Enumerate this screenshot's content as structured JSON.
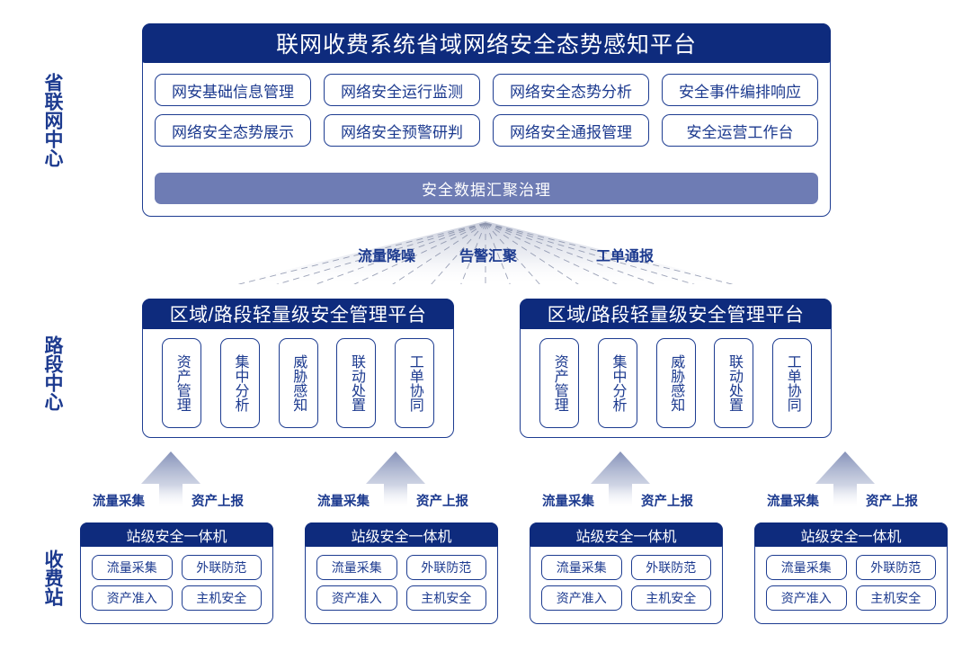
{
  "diagram": {
    "title_visible": false,
    "colors": {
      "header_navy": "#0e2b7d",
      "border_blue": "#1d3c91",
      "text_blue": "#1c3a8f",
      "band_slate": "#6e7cb4",
      "background": "#ffffff"
    }
  },
  "tier_labels": [
    {
      "text": "省联网中心"
    },
    {
      "text": "路段中心"
    },
    {
      "text": "收费站"
    }
  ],
  "province": {
    "title": "联网收费系统省域网络安全态势感知平台",
    "modules": [
      "网安基础信息管理",
      "网络安全运行监测",
      "网络安全态势分析",
      "安全事件编排响应",
      "网络安全态势展示",
      "网络安全预警研判",
      "网络安全通报管理",
      "安全运营工作台"
    ],
    "band": "安全数据汇聚治理"
  },
  "flow_labels": [
    "流量降噪",
    "告警汇聚",
    "工单通报"
  ],
  "road_sections": [
    {
      "title": "区域/路段轻量级安全管理平台",
      "modules": [
        "资产管理",
        "集中分析",
        "威胁感知",
        "联动处置",
        "工单协同"
      ]
    },
    {
      "title": "区域/路段轻量级安全管理平台",
      "modules": [
        "资产管理",
        "集中分析",
        "威胁感知",
        "联动处置",
        "工单协同"
      ]
    }
  ],
  "station_flow_labels": [
    "流量采集",
    "资产上报"
  ],
  "stations": [
    {
      "title": "站级安全一体机",
      "modules": [
        "流量采集",
        "外联防范",
        "资产准入",
        "主机安全"
      ]
    },
    {
      "title": "站级安全一体机",
      "modules": [
        "流量采集",
        "外联防范",
        "资产准入",
        "主机安全"
      ]
    },
    {
      "title": "站级安全一体机",
      "modules": [
        "流量采集",
        "外联防范",
        "资产准入",
        "主机安全"
      ]
    },
    {
      "title": "站级安全一体机",
      "modules": [
        "流量采集",
        "外联防范",
        "资产准入",
        "主机安全"
      ]
    }
  ]
}
